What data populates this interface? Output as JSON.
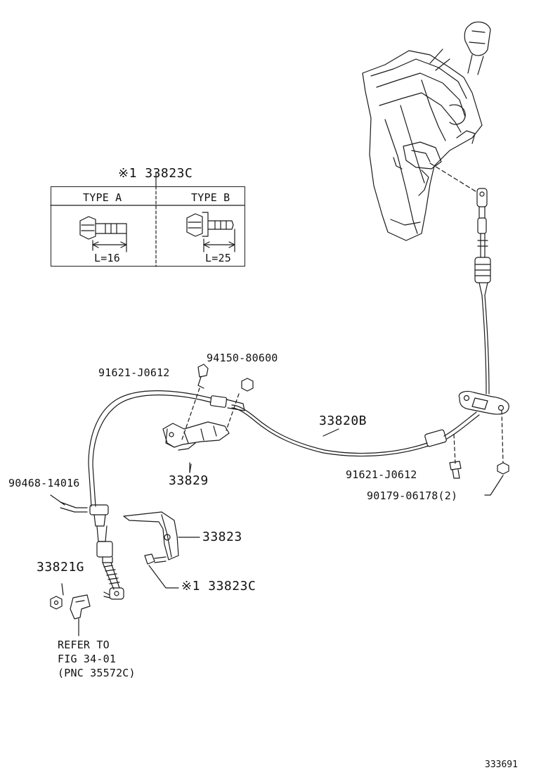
{
  "parts": {
    "p91621_top": "91621-J0612",
    "p94150": "94150-80600",
    "p33820B": "33820B",
    "p33829": "33829",
    "p90468": "90468-14016",
    "p91621_right": "91621-J0612",
    "p90179": "90179-06178(2)",
    "p33823": "33823",
    "p33821G": "33821G",
    "p33823C_bottom": "※1 33823C"
  },
  "legend": {
    "title": "※1 33823C",
    "type_a": "TYPE A",
    "type_b": "TYPE B",
    "length_a": "L=16",
    "length_b": "L=25"
  },
  "refer": {
    "line1": "REFER TO",
    "line2": "FIG 34-01",
    "line3": "(PNC 35572C)"
  },
  "figure_id": "333691"
}
